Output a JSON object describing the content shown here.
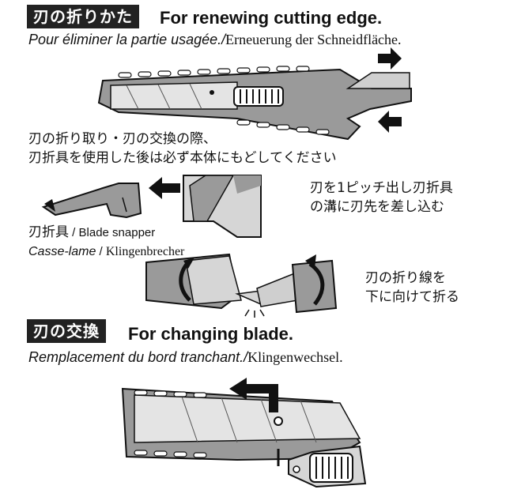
{
  "section1": {
    "tag": "刃の折りかた",
    "title": "For renewing cutting edge.",
    "subtitle_fr": "Pour éliminer la partie usagée./",
    "subtitle_de": "Erneuerung der  Schneidfläche."
  },
  "note1": {
    "line1": "刃の折り取り・刃の交換の際、",
    "line2": "刃折具を使用した後は必ず本体にもどしてください"
  },
  "note2": {
    "line1": "刃を1ピッチ出し刃折具",
    "line2": "の溝に刃先を差し込む"
  },
  "snapper": {
    "jp": "刃折具",
    "sep1": " / ",
    "en": "Blade snapper",
    "fr": "Casse-lame",
    "sep2": " / ",
    "de": "Klingenbrecher"
  },
  "note3": {
    "line1": "刃の折り線を",
    "line2": "下に向けて折る"
  },
  "section2": {
    "tag": "刃の交換",
    "title": "For changing blade.",
    "subtitle_fr": "Remplacement du bord tranchant./",
    "subtitle_de": "Klingenwechsel."
  },
  "colors": {
    "ink": "#111111",
    "tag_bg": "#222222",
    "body_gray": "#9a9a9a",
    "light_gray": "#d6d6d6"
  }
}
